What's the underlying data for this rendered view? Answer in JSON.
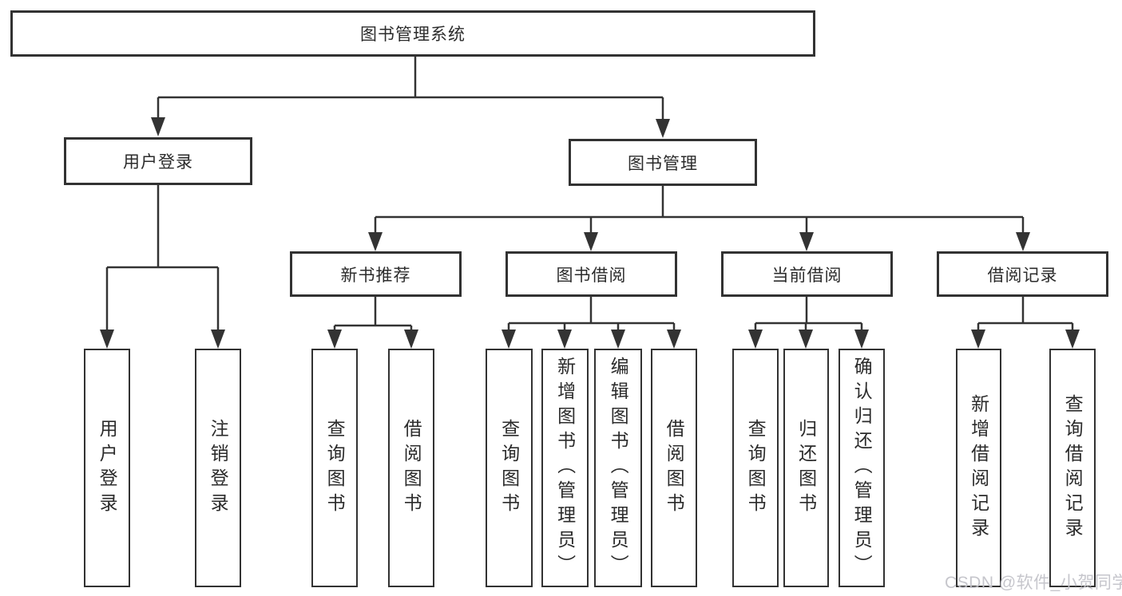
{
  "diagram": {
    "title": "图书管理系统",
    "root": {
      "label": "图书管理系统"
    },
    "level2": [
      {
        "label": "用户登录"
      },
      {
        "label": "图书管理"
      }
    ],
    "level3": [
      {
        "label": "新书推荐"
      },
      {
        "label": "图书借阅"
      },
      {
        "label": "当前借阅"
      },
      {
        "label": "借阅记录"
      }
    ],
    "leaves": {
      "user_login": [
        "用户登录",
        "注销登录"
      ],
      "new_books": [
        "查询图书",
        "借阅图书"
      ],
      "book_borrow": [
        "查询图书",
        "新增图书（管理员）",
        "编辑图书（管理员）",
        "借阅图书"
      ],
      "current_borrow": [
        "查询图书",
        "归还图书",
        "确认归还（管理员）"
      ],
      "borrow_records": [
        "新增借阅记录",
        "查询借阅记录"
      ]
    }
  },
  "watermark": "CSDN @软件_小贺同学",
  "colors": {
    "line": "#333333",
    "box_border": "#323232",
    "text": "#2b2b2b",
    "background": "#ffffff",
    "watermark": "#c3c3c9"
  }
}
